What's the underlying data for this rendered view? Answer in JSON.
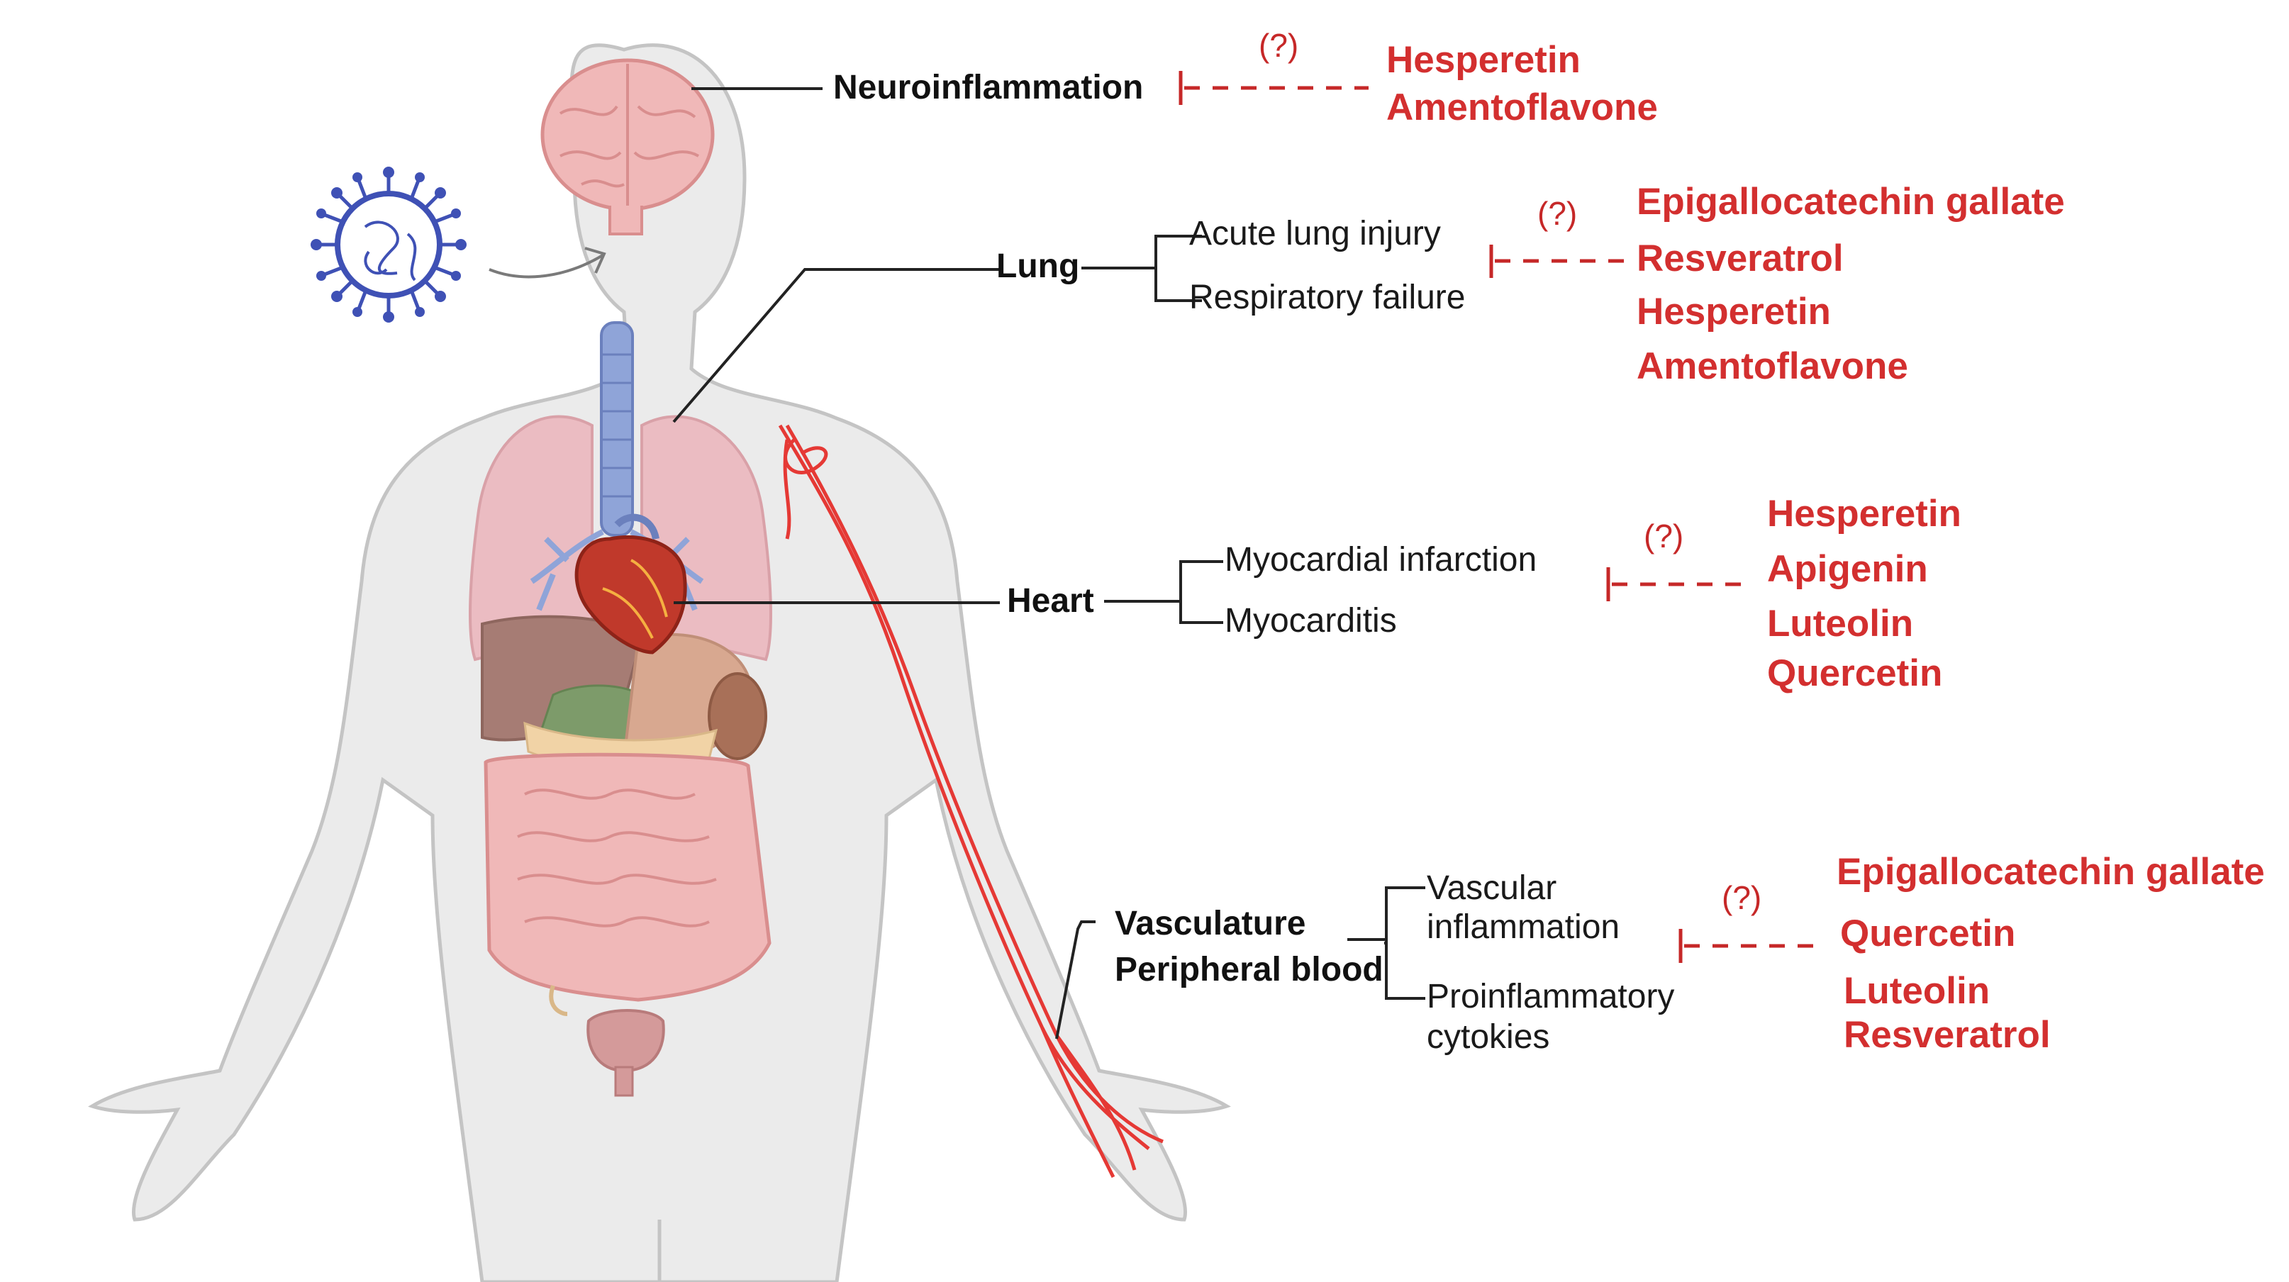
{
  "colors": {
    "drug": "#d32f2f",
    "inhibit": "#c62828",
    "text": "#111111",
    "body_fill": "#ebebeb",
    "body_outline": "#c4c4c4",
    "virus": "#3f51b5",
    "artery": "#e53935"
  },
  "icons": [
    "virus-icon",
    "brain-icon",
    "lungs-icon",
    "heart-icon",
    "intestines-icon",
    "blood-vessel-icon"
  ],
  "neuro": {
    "organ": "Neuroinflammation",
    "question": "(?)",
    "drugs": [
      "Hesperetin",
      "Amentoflavone"
    ]
  },
  "lung": {
    "organ": "Lung",
    "effects": [
      "Acute lung injury",
      "Respiratory failure"
    ],
    "question": "(?)",
    "drugs": [
      "Epigallocatechin gallate",
      "Resveratrol",
      "Hesperetin",
      "Amentoflavone"
    ]
  },
  "heart": {
    "organ": "Heart",
    "effects": [
      "Myocardial infarction",
      "Myocarditis"
    ],
    "question": "(?)",
    "drugs": [
      "Hesperetin",
      "Apigenin",
      "Luteolin",
      "Quercetin"
    ]
  },
  "vasc": {
    "organ_line1": "Vasculature",
    "organ_line2": "Peripheral blood",
    "effect1_line1": "Vascular",
    "effect1_line2": "inflammation",
    "effect2_line1": "Proinflammatory",
    "effect2_line2": "cytokies",
    "question": "(?)",
    "drugs": [
      "Epigallocatechin gallate",
      "Quercetin",
      "Luteolin",
      "Resveratrol"
    ]
  }
}
